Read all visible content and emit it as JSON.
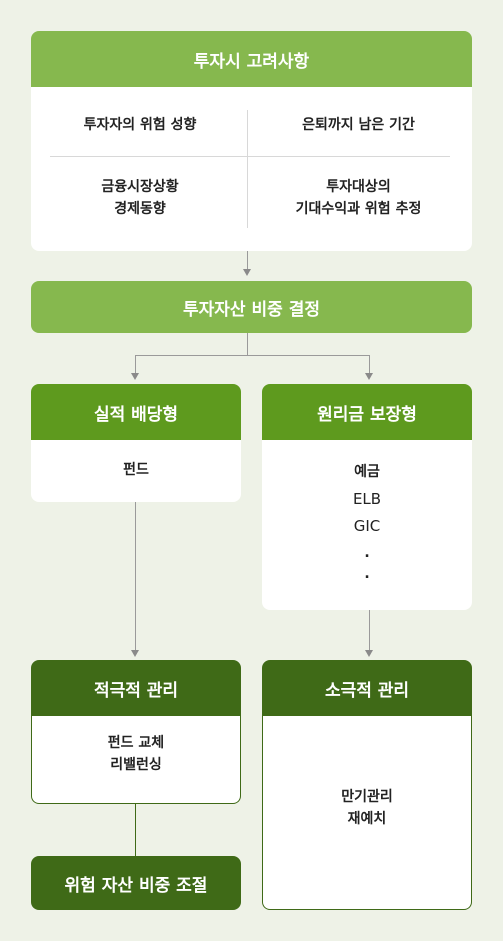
{
  "top": {
    "title": "투자시 고려사항",
    "cells": [
      [
        "투자자의 위험 성향"
      ],
      [
        "은퇴까지 남은 기간"
      ],
      [
        "금융시장상황",
        "경제동향"
      ],
      [
        "투자대상의",
        "기대수익과 위험 추정"
      ]
    ]
  },
  "decision": {
    "title": "투자자산 비중 결정"
  },
  "left": {
    "title": "실적 배당형",
    "items": [
      "펀드"
    ],
    "mgmt_title": "적극적 관리",
    "mgmt_items": [
      "펀드 교체",
      "리밸런싱"
    ],
    "final_title": "위험 자산 비중 조절"
  },
  "right": {
    "title": "원리금 보장형",
    "items": [
      "예금",
      "ELB",
      "GIC",
      ".",
      "."
    ],
    "mgmt_title": "소극적 관리",
    "mgmt_items": [
      "만기관리",
      "재예치"
    ]
  }
}
